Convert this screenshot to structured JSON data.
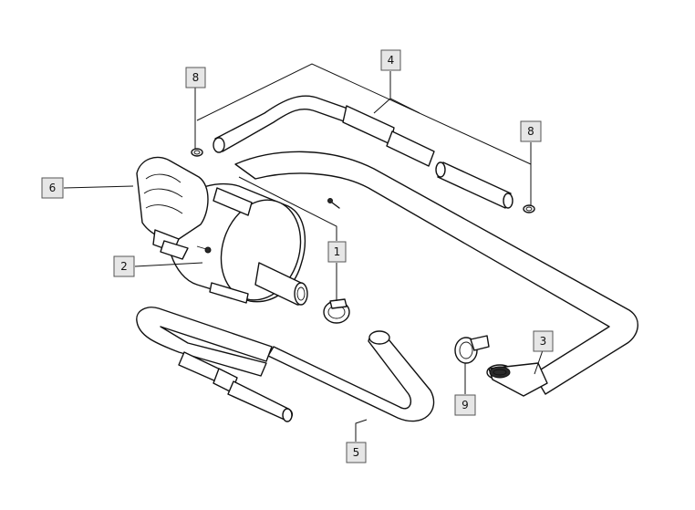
{
  "callouts": [
    {
      "id": "c1",
      "label": "1"
    },
    {
      "id": "c2",
      "label": "2"
    },
    {
      "id": "c3",
      "label": "3"
    },
    {
      "id": "c4",
      "label": "4"
    },
    {
      "id": "c5",
      "label": "5"
    },
    {
      "id": "c6",
      "label": "6"
    },
    {
      "id": "c8a",
      "label": "8"
    },
    {
      "id": "c8b",
      "label": "8"
    },
    {
      "id": "c9",
      "label": "9"
    }
  ]
}
